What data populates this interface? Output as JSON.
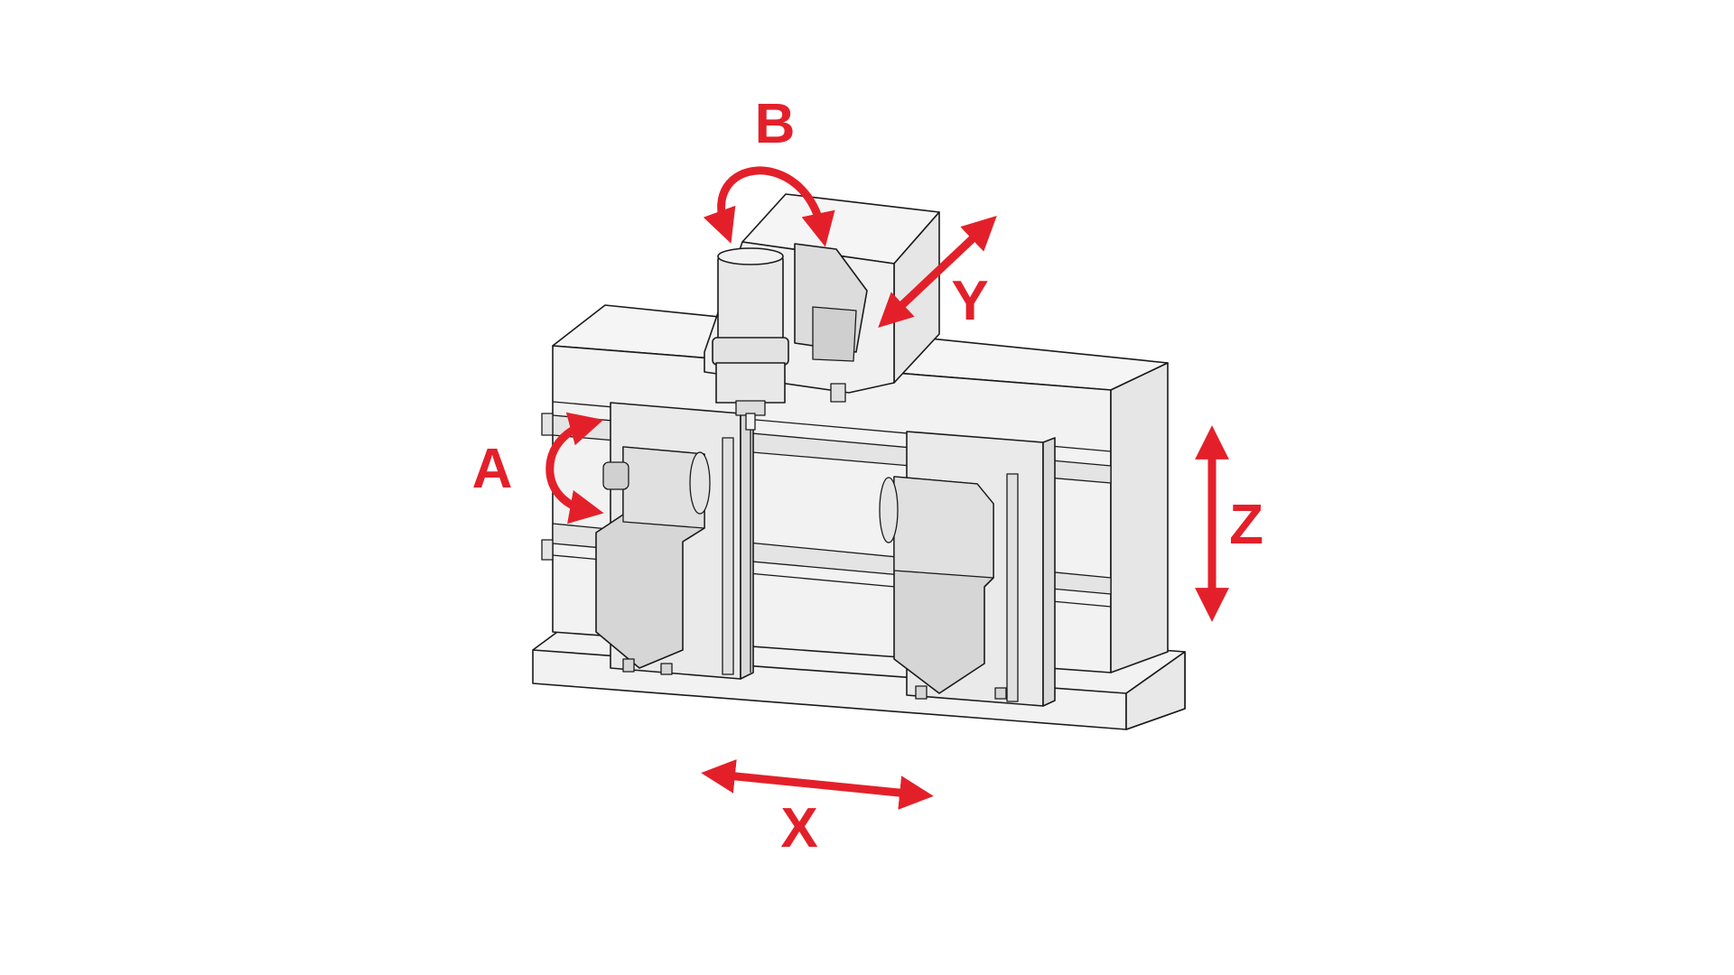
{
  "colors": {
    "accent": "#e3202a",
    "outline": "#1a1a1a",
    "body": "#f2f2f2",
    "shade": "#e6e6e6",
    "fixture": "#d6d6d6"
  },
  "axes": {
    "x": "X",
    "y": "Y",
    "z": "Z",
    "a": "A",
    "b": "B"
  }
}
